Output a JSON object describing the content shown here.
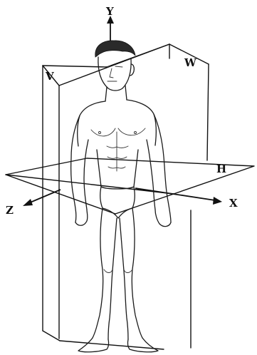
{
  "labels": {
    "axis_y": "Y",
    "axis_x": "X",
    "axis_z": "Z",
    "plane_v": "V",
    "plane_w": "W",
    "plane_h": "H"
  },
  "colors": {
    "ink": "#111111",
    "paper": "#ffffff"
  }
}
